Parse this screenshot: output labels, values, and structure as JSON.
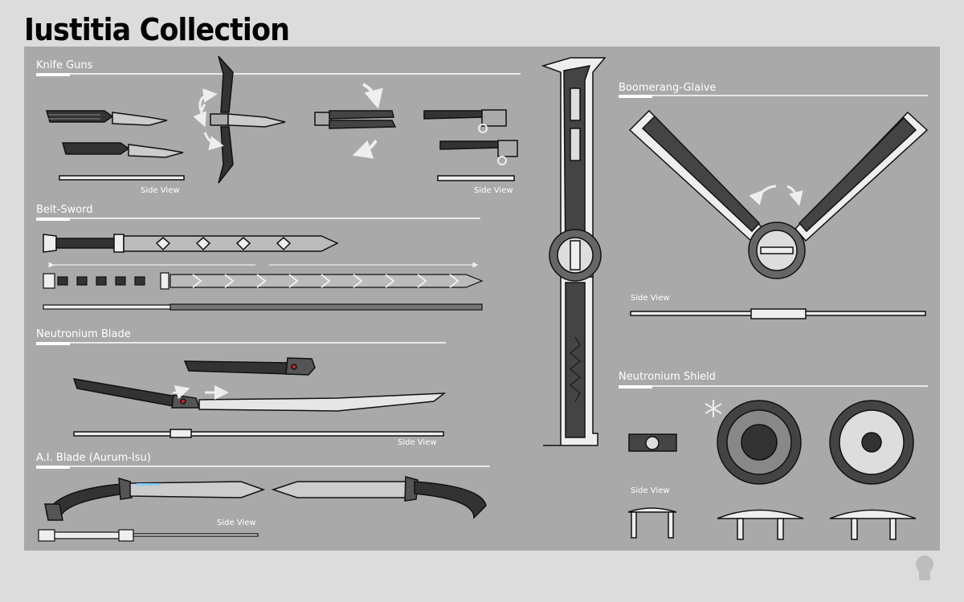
{
  "title": "Iustitia Collection",
  "sections": {
    "knife_guns": "Knife Guns",
    "belt_sword": "Belt-Sword",
    "neutronium_blade": "Neutronium Blade",
    "ai_blade": "A.I. Blade (Aurum-Isu)",
    "boomerang_glaive": "Boomerang-Glaive",
    "neutronium_shield": "Neutronium Shield"
  },
  "labels": {
    "side_view": "Side View"
  },
  "icons": [
    "rotate-arrow-icon",
    "snowflake-icon",
    "artist-logo-icon"
  ],
  "colors": {
    "background": "#dcdcdc",
    "sheet": "#a9a9a9",
    "dark": "#333333",
    "light": "#eeeeee"
  }
}
